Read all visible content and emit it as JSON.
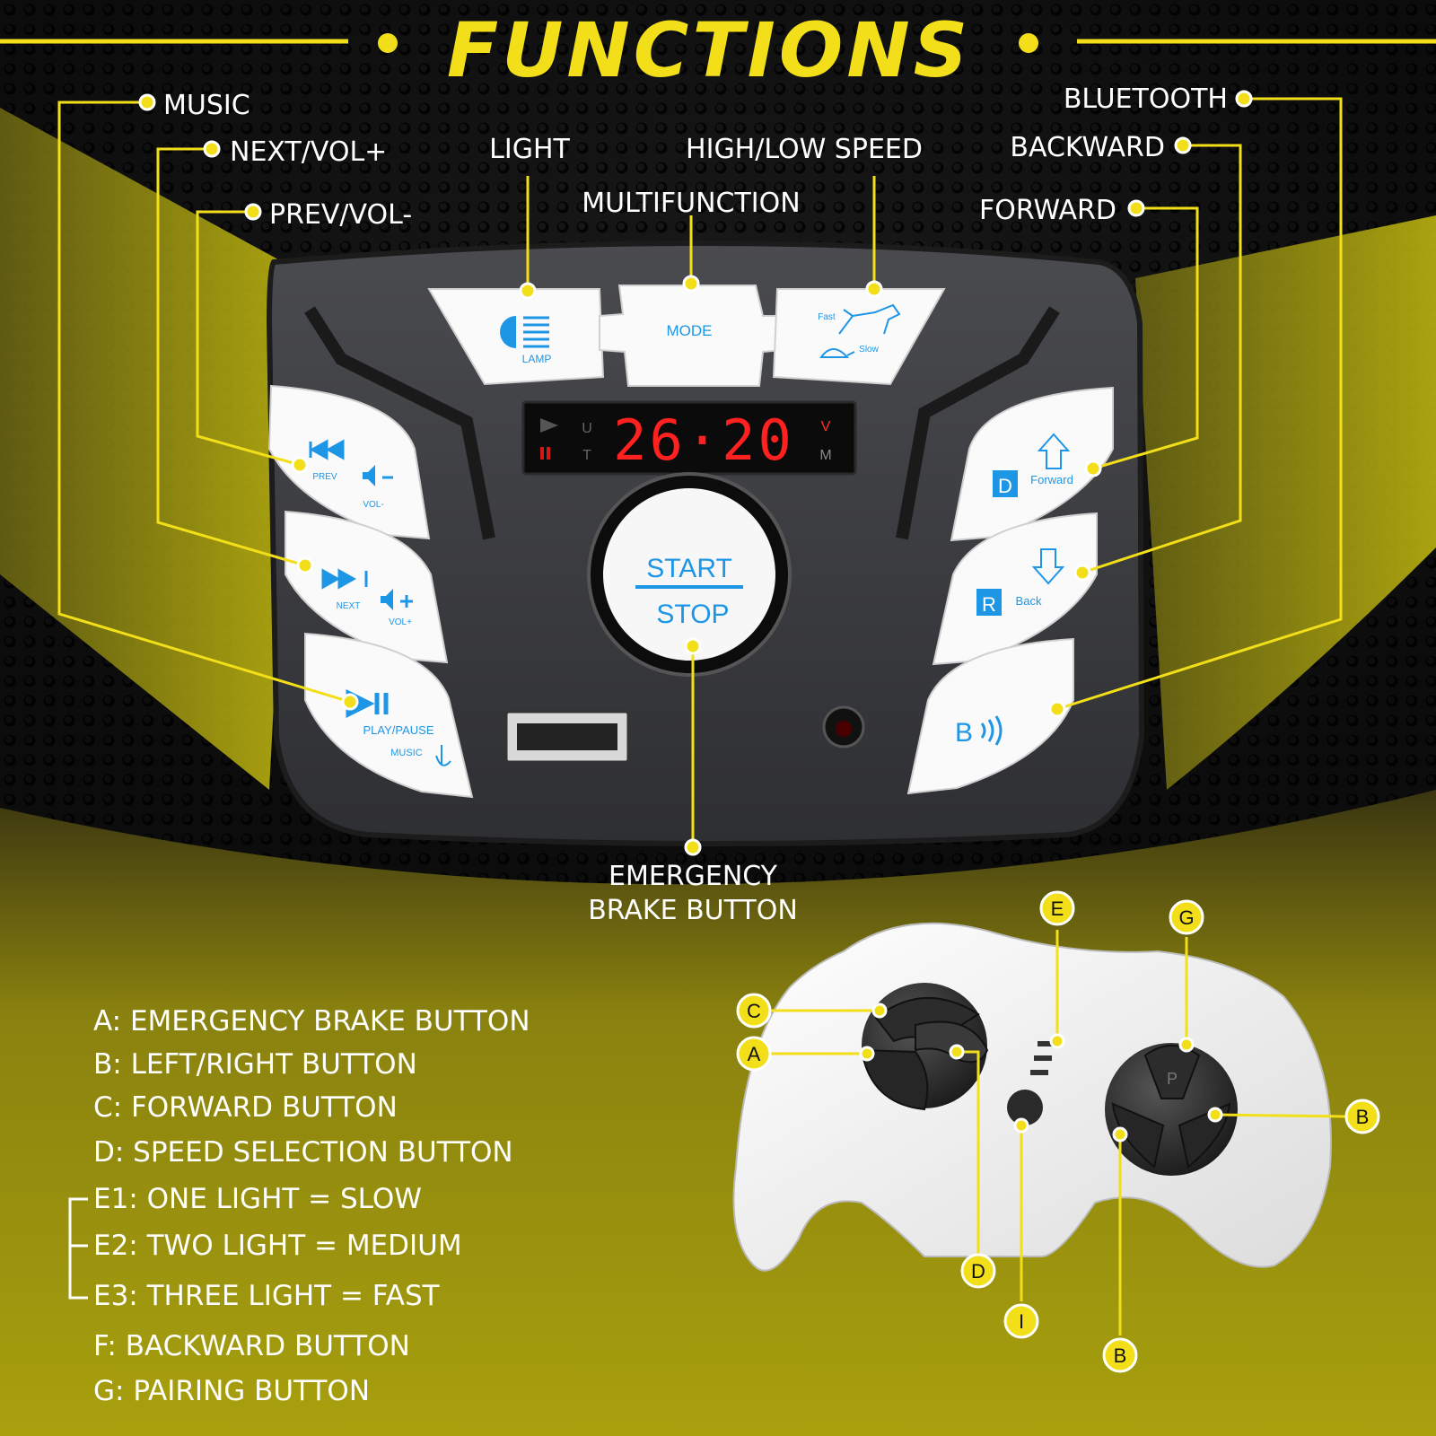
{
  "title": "FUNCTIONS",
  "colors": {
    "accent": "#f2df1a",
    "button_blue": "#1e96e6",
    "display_red": "#ff2020",
    "panel": "#3a3b3e"
  },
  "panel_callouts": {
    "music": "MUSIC",
    "next_vol_up": "NEXT/VOL+",
    "prev_vol_down": "PREV/VOL-",
    "light": "LIGHT",
    "multifunction": "MULTIFUNCTION",
    "high_low_speed": "HIGH/LOW SPEED",
    "bluetooth": "BLUETOOTH",
    "backward": "BACKWARD",
    "forward": "FORWARD",
    "emergency_line1": "EMERGENCY",
    "emergency_line2": "BRAKE BUTTON"
  },
  "panel_buttons": {
    "lamp": "LAMP",
    "mode": "MODE",
    "fast": "Fast",
    "slow": "Slow",
    "prev": "PREV",
    "vol_down": "VOL-",
    "next": "NEXT",
    "vol_up": "VOL+",
    "play_pause": "PLAY/PAUSE",
    "music": "MUSIC",
    "forward_letter": "D",
    "forward": "Forward",
    "back_letter": "R",
    "back": "Back",
    "bluetooth": "B",
    "start": "START",
    "stop": "STOP"
  },
  "display": {
    "reading": "26·20",
    "u": "U",
    "t": "T",
    "v": "V",
    "m": "M"
  },
  "legend": {
    "a": "A: EMERGENCY BRAKE BUTTON",
    "b": "B: LEFT/RIGHT BUTTON",
    "c": "C: FORWARD BUTTON",
    "d": "D: SPEED SELECTION BUTTON",
    "e1": "E1: ONE LIGHT = SLOW",
    "e2": "E2: TWO LIGHT = MEDIUM",
    "e3": "E3: THREE LIGHT = FAST",
    "f": "F: BACKWARD BUTTON",
    "g": "G: PAIRING BUTTON"
  },
  "remote_markers": {
    "c": "C",
    "a": "A",
    "e": "E",
    "g": "G",
    "b_right": "B",
    "d": "D",
    "i": "I",
    "b_bottom": "B",
    "remote_p": "P"
  }
}
